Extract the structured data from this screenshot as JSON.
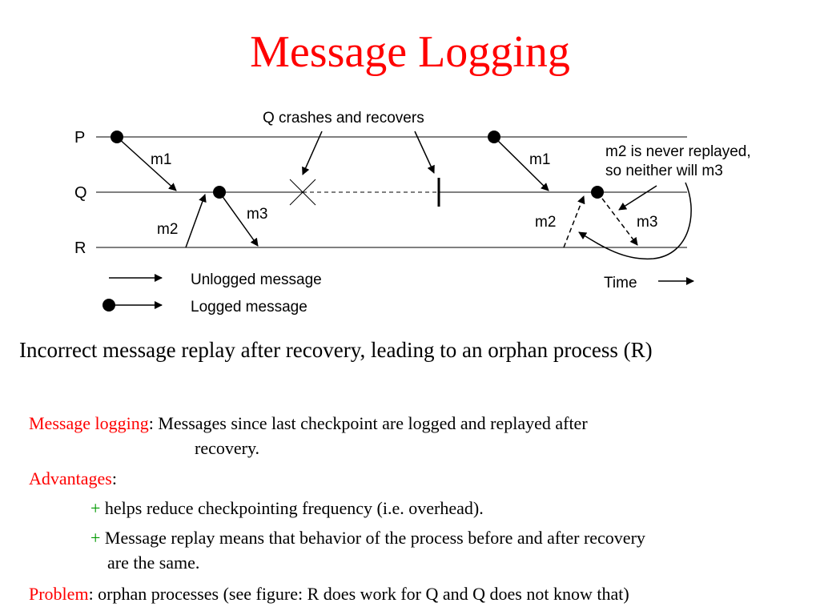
{
  "title": "Message Logging",
  "diagram": {
    "processes": [
      "P",
      "Q",
      "R"
    ],
    "messages": {
      "m1": "m1",
      "m2": "m2",
      "m3": "m3"
    },
    "annotations": {
      "crash": "Q crashes and recovers",
      "never_replayed_line1": "m2 is never replayed,",
      "never_replayed_line2": "so neither will m3",
      "time": "Time"
    },
    "legend": {
      "unlogged": "Unlogged message",
      "logged": "Logged message"
    }
  },
  "caption": "Incorrect message replay after recovery, leading to an orphan process (R)",
  "body": {
    "logging_term": "Message logging",
    "logging_text_1": ": Messages since last checkpoint are logged and replayed after",
    "logging_text_2": "recovery.",
    "advantages_term": "Advantages",
    "advantages_colon": ":",
    "plus": "+",
    "adv1": " helps reduce checkpointing frequency (i.e. overhead).",
    "adv2_line1": " Message replay means that behavior of the process before and after recovery",
    "adv2_line2": "are the same.",
    "problem_term": "Problem",
    "problem_text": ": orphan processes (see figure: R does work for Q and Q does not know that)"
  },
  "colors": {
    "accent": "#ff0000",
    "plus": "#009900",
    "text": "#000000"
  }
}
